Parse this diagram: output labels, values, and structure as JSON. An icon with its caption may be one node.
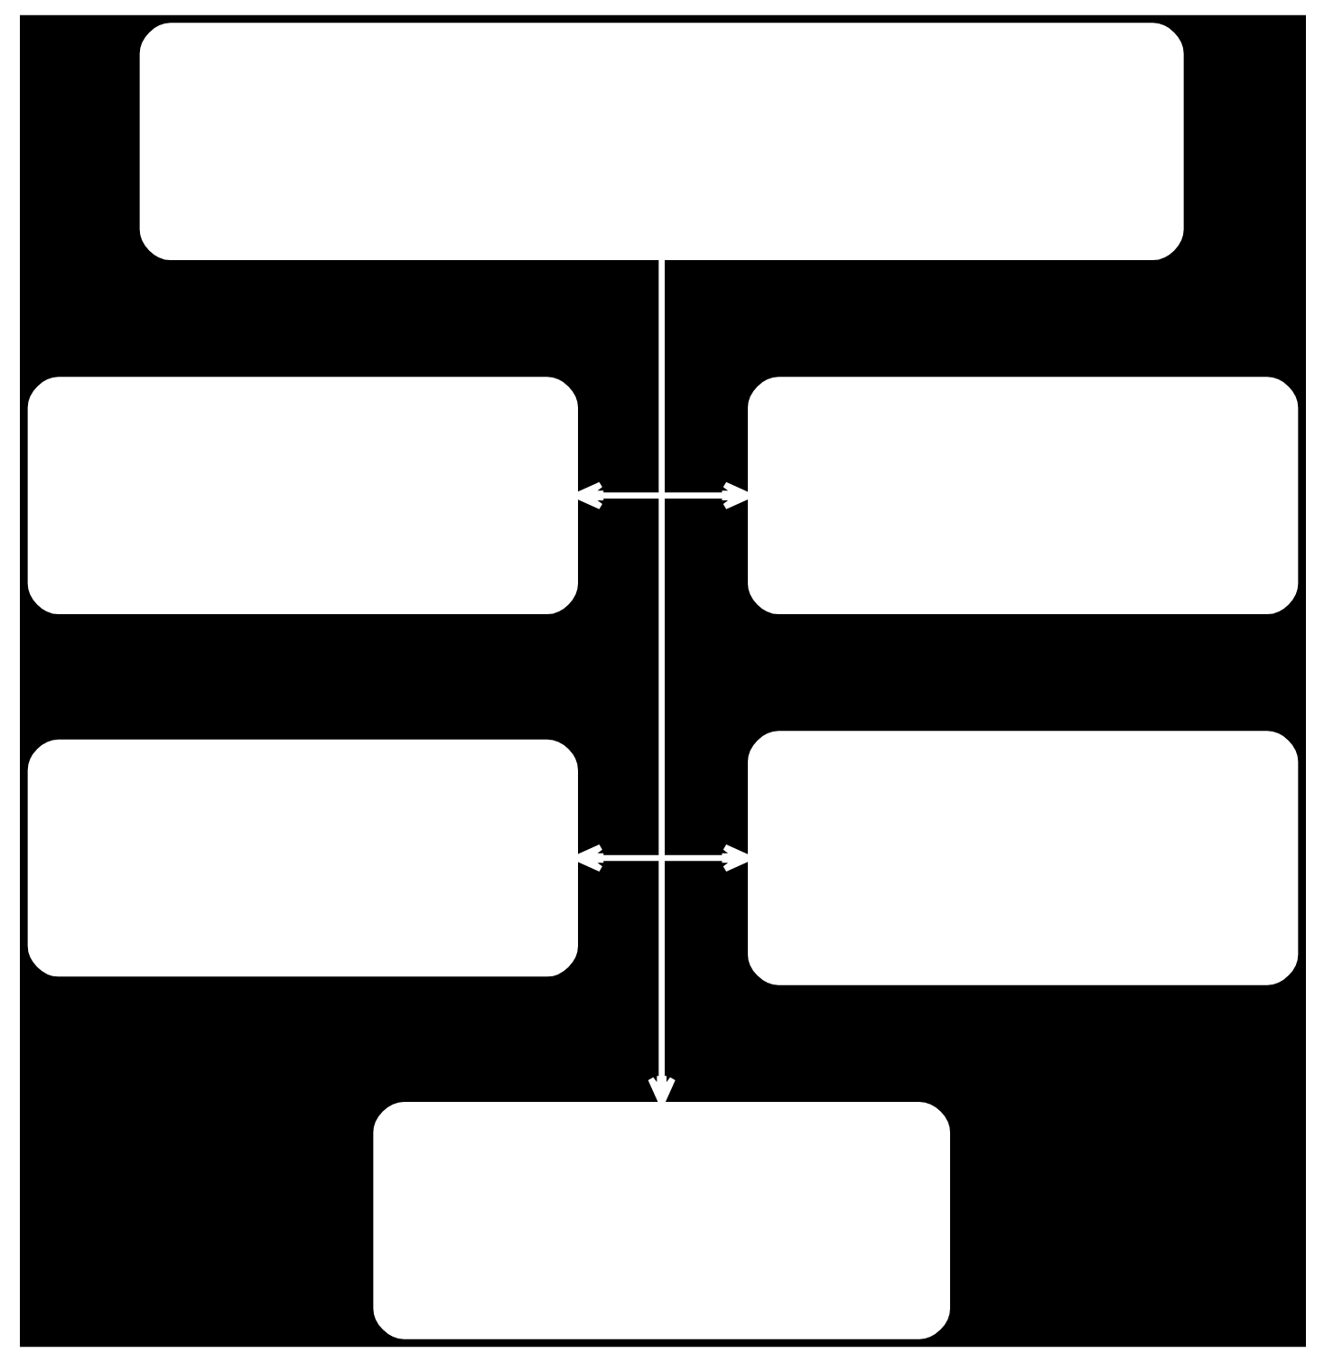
{
  "diagram": {
    "nodes": [
      {
        "text": [],
        "shape": "box"
      },
      {
        "text": [],
        "shape": "box"
      },
      {
        "text": [],
        "shape": "box"
      },
      {
        "text": [],
        "shape": "box"
      },
      {
        "text": [],
        "shape": "box"
      },
      {
        "text": [],
        "shape": "box"
      }
    ],
    "edges": [
      {
        "from": 0,
        "to": 5,
        "arrow": "to"
      },
      {
        "from": 1,
        "to": 2,
        "arrow": "both"
      },
      {
        "from": 3,
        "to": 4,
        "arrow": "both"
      }
    ]
  }
}
